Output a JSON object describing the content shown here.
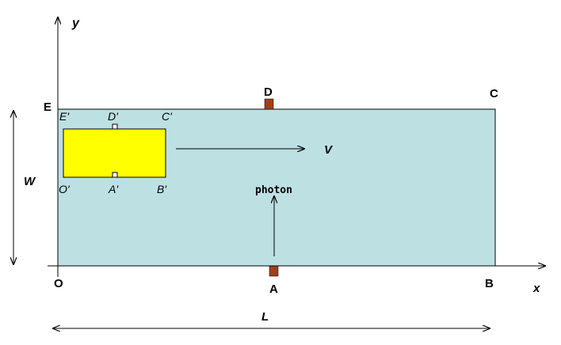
{
  "colors": {
    "frame_fill": "#bde0e3",
    "rod_fill": "#ffff00",
    "detector_fill": "#a0401a",
    "line": "#000000"
  },
  "labels": {
    "axis_y": "y",
    "axis_x": "x",
    "origin": "O",
    "corner_b": "B",
    "corner_c": "C",
    "corner_e": "E",
    "point_a": "A",
    "point_d": "D",
    "width": "W",
    "length": "L",
    "velocity": "V",
    "photon": "photon",
    "prime_e": "E'",
    "prime_d": "D'",
    "prime_c": "C'",
    "prime_o": "O'",
    "prime_a": "A'",
    "prime_b": "B'"
  }
}
